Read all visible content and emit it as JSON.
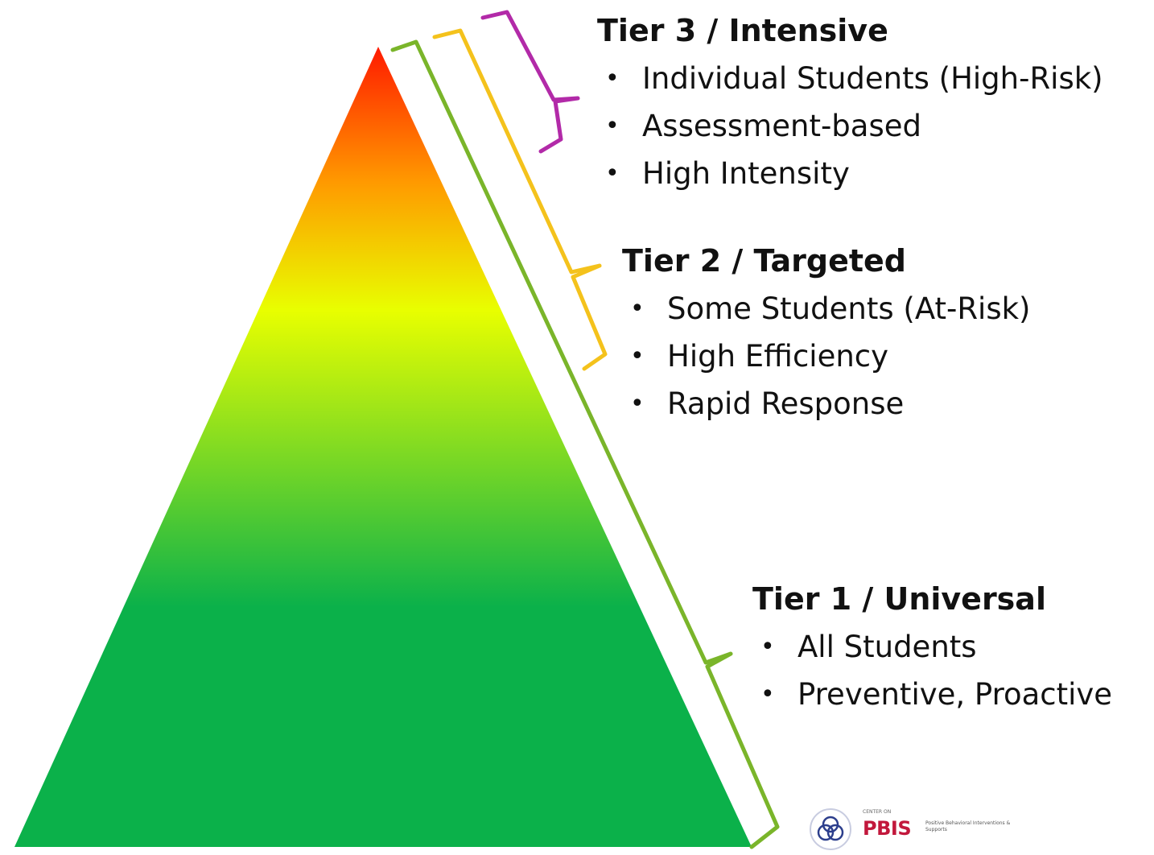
{
  "colors": {
    "pyramid_top": "#ff1a00",
    "pyramid_orange": "#ff9a00",
    "pyramid_yellow": "#e8ff00",
    "pyramid_base": "#0bb14a",
    "bracket_tier3": "#b22aa8",
    "bracket_tier2": "#f4c21c",
    "bracket_tier1": "#7ab52a"
  },
  "tiers": [
    {
      "title": "Tier 3 / Intensive",
      "bullets": [
        "Individual Students (High-Risk)",
        "Assessment-based",
        "High Intensity"
      ]
    },
    {
      "title": "Tier 2 / Targeted",
      "bullets": [
        "Some Students (At-Risk)",
        "High Efficiency",
        "Rapid Response"
      ]
    },
    {
      "title": "Tier 1 / Universal",
      "bullets": [
        "All Students",
        "Preventive, Proactive"
      ]
    }
  ],
  "logo": {
    "name": "PBIS",
    "top_text": "CENTER ON",
    "subtitle": "Positive Behavioral Interventions & Supports"
  }
}
